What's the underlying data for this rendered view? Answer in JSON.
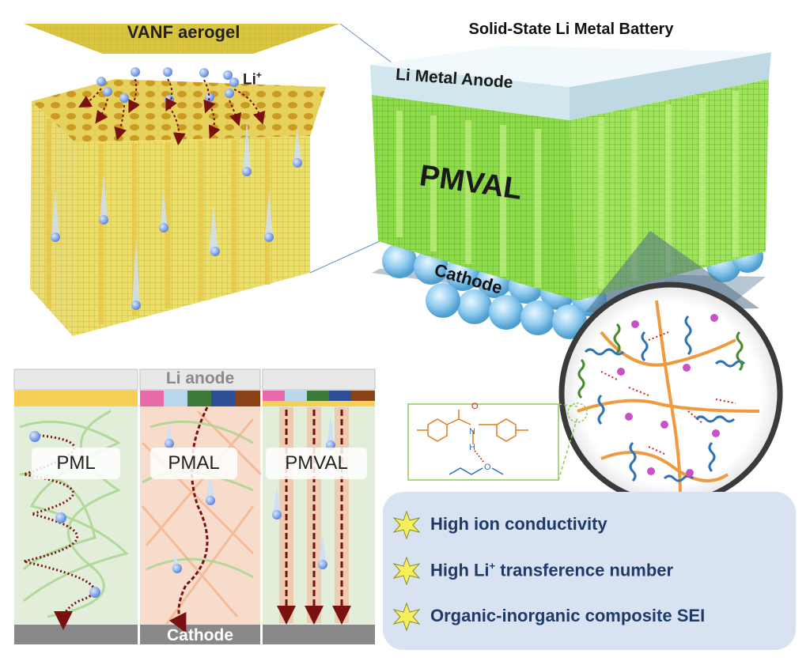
{
  "aerogel": {
    "title": "VANF aerogel",
    "ion_label": "Li",
    "ion_sup": "+"
  },
  "battery": {
    "title": "Solid-State Li Metal Battery",
    "anode_label": "Li Metal Anode",
    "electrolyte_label": "PMVAL",
    "cathode_label": "Cathode"
  },
  "panels": {
    "top_label": "Li anode",
    "bottom_label": "Cathode",
    "items": [
      {
        "name": "PML"
      },
      {
        "name": "PMAL"
      },
      {
        "name": "PMVAL"
      }
    ]
  },
  "molecule": {
    "atom_o": "O",
    "atom_n": "N",
    "atom_h": "H",
    "atom_o2": "O"
  },
  "features": [
    {
      "prefix": "High ion conductivity",
      "sup": "",
      "suffix": ""
    },
    {
      "prefix": "High Li",
      "sup": "+",
      "suffix": " transference number"
    },
    {
      "prefix": "Organic-inorganic composite SEI",
      "sup": "",
      "suffix": ""
    }
  ],
  "colors": {
    "aerogel": "#ecd862",
    "electrolyte": "#8fdc4a",
    "ion": "#7fa8ea",
    "arrow": "#7a1010",
    "feature_text": "#1f3a68",
    "feature_bg": "#d8e2f1",
    "star": "#f5ef5c"
  }
}
